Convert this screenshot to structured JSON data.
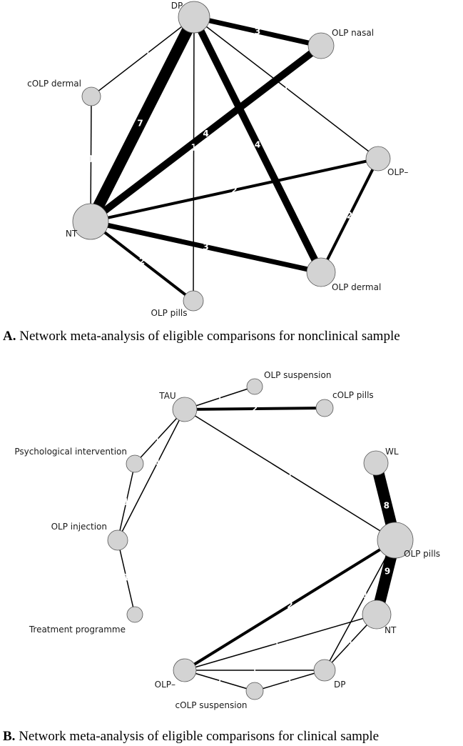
{
  "panel_a": {
    "caption_letter": "A.",
    "caption_text": " Network meta-analysis of eligible comparisons for nonclinical sample",
    "nodes": [
      {
        "id": "DP",
        "label": "DP"
      },
      {
        "id": "OLP_nasal",
        "label": "OLP nasal"
      },
      {
        "id": "cOLP_dermal",
        "label": "cOLP dermal"
      },
      {
        "id": "OLP_minus",
        "label": "OLP–"
      },
      {
        "id": "NT",
        "label": "NT"
      },
      {
        "id": "OLP_dermal",
        "label": "OLP dermal"
      },
      {
        "id": "OLP_pills",
        "label": "OLP pills"
      }
    ],
    "edges": [
      {
        "from": "DP",
        "to": "OLP_nasal",
        "count": 3
      },
      {
        "from": "DP",
        "to": "cOLP_dermal",
        "count": 1
      },
      {
        "from": "DP",
        "to": "NT",
        "count": 7
      },
      {
        "from": "DP",
        "to": "OLP_pills",
        "count": 1
      },
      {
        "from": "DP",
        "to": "OLP_dermal",
        "count": 4
      },
      {
        "from": "DP",
        "to": "OLP_minus",
        "count": 1
      },
      {
        "from": "cOLP_dermal",
        "to": "NT",
        "count": 1
      },
      {
        "from": "OLP_nasal",
        "to": "NT",
        "count": 4
      },
      {
        "from": "OLP_minus",
        "to": "NT",
        "count": 2
      },
      {
        "from": "OLP_minus",
        "to": "OLP_dermal",
        "count": 2
      },
      {
        "from": "NT",
        "to": "OLP_dermal",
        "count": 3
      },
      {
        "from": "NT",
        "to": "OLP_pills",
        "count": 2
      }
    ]
  },
  "panel_b": {
    "caption_letter": "B.",
    "caption_text": " Network meta-analysis of eligible comparisons for clinical sample",
    "nodes": [
      {
        "id": "TAU",
        "label": "TAU"
      },
      {
        "id": "OLP_suspension",
        "label": "OLP suspension"
      },
      {
        "id": "cOLP_pills",
        "label": "cOLP pills"
      },
      {
        "id": "Psych",
        "label": "Psychological intervention"
      },
      {
        "id": "WL",
        "label": "WL"
      },
      {
        "id": "OLP_injection",
        "label": "OLP injection"
      },
      {
        "id": "OLP_pills",
        "label": "OLP pills"
      },
      {
        "id": "Treatment",
        "label": "Treatment programme"
      },
      {
        "id": "NT",
        "label": "NT"
      },
      {
        "id": "OLP_minus",
        "label": "OLP–"
      },
      {
        "id": "DP",
        "label": "DP"
      },
      {
        "id": "cOLP_suspension",
        "label": "cOLP suspension"
      }
    ],
    "edges": [
      {
        "from": "TAU",
        "to": "OLP_suspension",
        "count": 1
      },
      {
        "from": "TAU",
        "to": "cOLP_pills",
        "count": 2
      },
      {
        "from": "TAU",
        "to": "Psych",
        "count": 1
      },
      {
        "from": "TAU",
        "to": "OLP_injection",
        "count": 1
      },
      {
        "from": "TAU",
        "to": "OLP_pills",
        "count": 1
      },
      {
        "from": "Psych",
        "to": "OLP_injection",
        "count": 1
      },
      {
        "from": "OLP_injection",
        "to": "Treatment",
        "count": 1
      },
      {
        "from": "WL",
        "to": "OLP_pills",
        "count": 8
      },
      {
        "from": "OLP_pills",
        "to": "NT",
        "count": 9
      },
      {
        "from": "OLP_pills",
        "to": "OLP_minus",
        "count": 2
      },
      {
        "from": "OLP_pills",
        "to": "DP",
        "count": 1
      },
      {
        "from": "NT",
        "to": "OLP_minus",
        "count": 1
      },
      {
        "from": "NT",
        "to": "DP",
        "count": 1
      },
      {
        "from": "OLP_minus",
        "to": "DP",
        "count": 1
      },
      {
        "from": "OLP_minus",
        "to": "cOLP_suspension",
        "count": 1
      },
      {
        "from": "cOLP_suspension",
        "to": "DP",
        "count": 1
      }
    ]
  }
}
